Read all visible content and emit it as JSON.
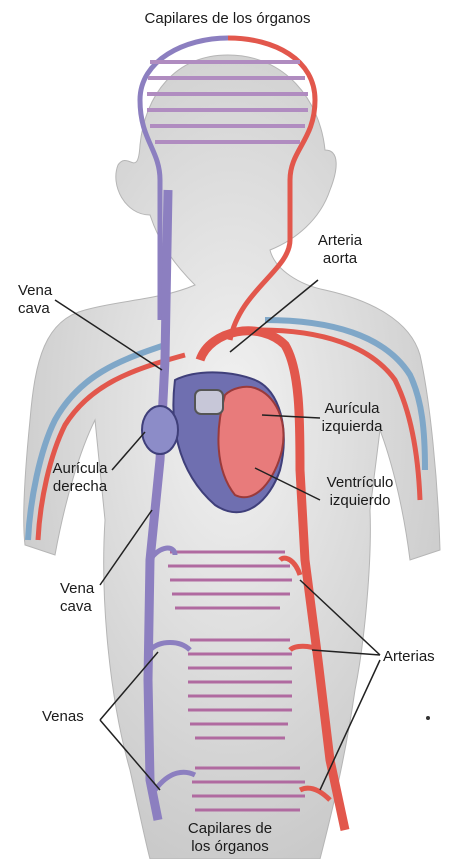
{
  "labels": {
    "top_caption": "Capilares de los órganos",
    "arteria_line1": "Arteria",
    "arteria_line2": "aorta",
    "vena_cava_top_line1": "Vena",
    "vena_cava_top_line2": "cava",
    "auricula_izq_line1": "Aurícula",
    "auricula_izq_line2": "izquierda",
    "auricula_der_line1": "Aurícula",
    "auricula_der_line2": "derecha",
    "ventriculo_line1": "Ventrículo",
    "ventriculo_line2": "izquierdo",
    "vena_cava_low_line1": "Vena",
    "vena_cava_low_line2": "cava",
    "arterias": "Arterias",
    "venas": "Venas",
    "bottom_caption_line1": "Capilares de",
    "bottom_caption_line2": "los órganos"
  },
  "colors": {
    "artery": "#e2574c",
    "vein": "#8c7fc0",
    "body": "#d9d9d9",
    "heart_left": "#e87b7b",
    "heart_right": "#6f6fb0",
    "leader_line": "#222222"
  }
}
